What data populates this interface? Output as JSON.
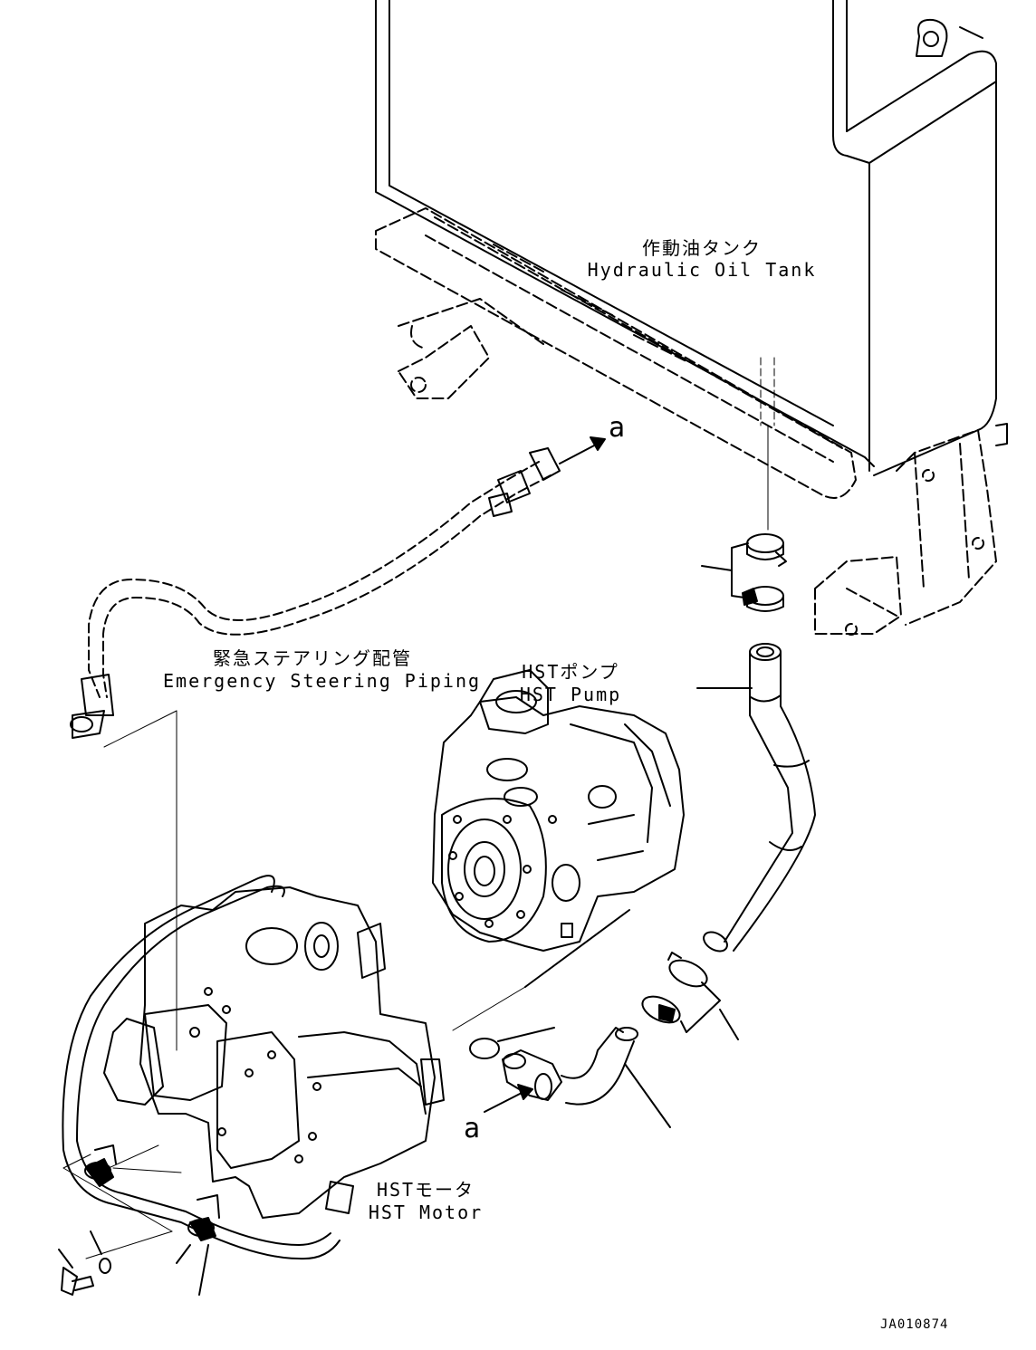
{
  "labels": {
    "tank_jp": "作動油タンク",
    "tank_en": "Hydraulic Oil Tank",
    "steer_jp": "緊急ステアリング配管",
    "steer_en": "Emergency Steering Piping",
    "pump_jp": "HSTポンプ",
    "pump_en": "HST Pump",
    "motor_jp": "HSTモータ",
    "motor_en": "HST Motor",
    "ref_a_top": "a",
    "ref_a_bottom": "a",
    "drawing_code": "JA010874"
  }
}
